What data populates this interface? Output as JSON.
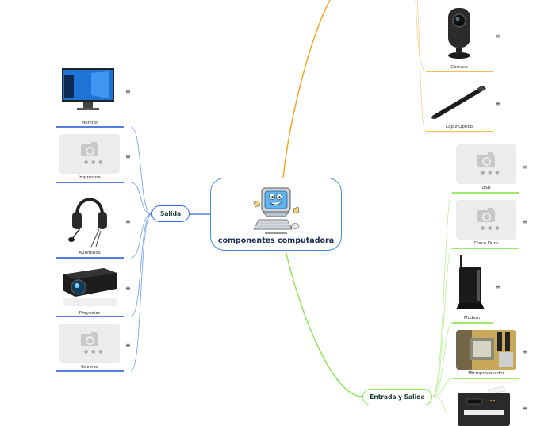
{
  "central": {
    "title": "componentes computadora",
    "image": "cartoon-computer"
  },
  "branches": {
    "salida": {
      "label": "Salida",
      "color": "#2f6fe0",
      "items": [
        {
          "label": "Monitor",
          "image": "monitor-photo"
        },
        {
          "label": "Impresora",
          "image": "placeholder"
        },
        {
          "label": "Audífonos",
          "image": "headset-photo"
        },
        {
          "label": "Proyector",
          "image": "projector-photo"
        },
        {
          "label": "Bocinas",
          "image": "placeholder"
        }
      ]
    },
    "entrada": {
      "color": "#f5a623",
      "items": [
        {
          "label": "Cámara",
          "image": "webcam-photo"
        },
        {
          "label": "Lapiz Optico",
          "image": "stylus-photo"
        }
      ]
    },
    "entrada_salida": {
      "label": "Entrada y Salida",
      "color": "#8ee65a",
      "items": [
        {
          "label": "USB",
          "image": "placeholder"
        },
        {
          "label": "Disco Duro",
          "image": "placeholder"
        },
        {
          "label": "Modem",
          "image": "modem-photo"
        },
        {
          "label": "Microprocesador",
          "image": "cpu-photo"
        },
        {
          "label": "",
          "image": "multifunction-printer-photo"
        }
      ]
    }
  },
  "menu_icon": "≡"
}
